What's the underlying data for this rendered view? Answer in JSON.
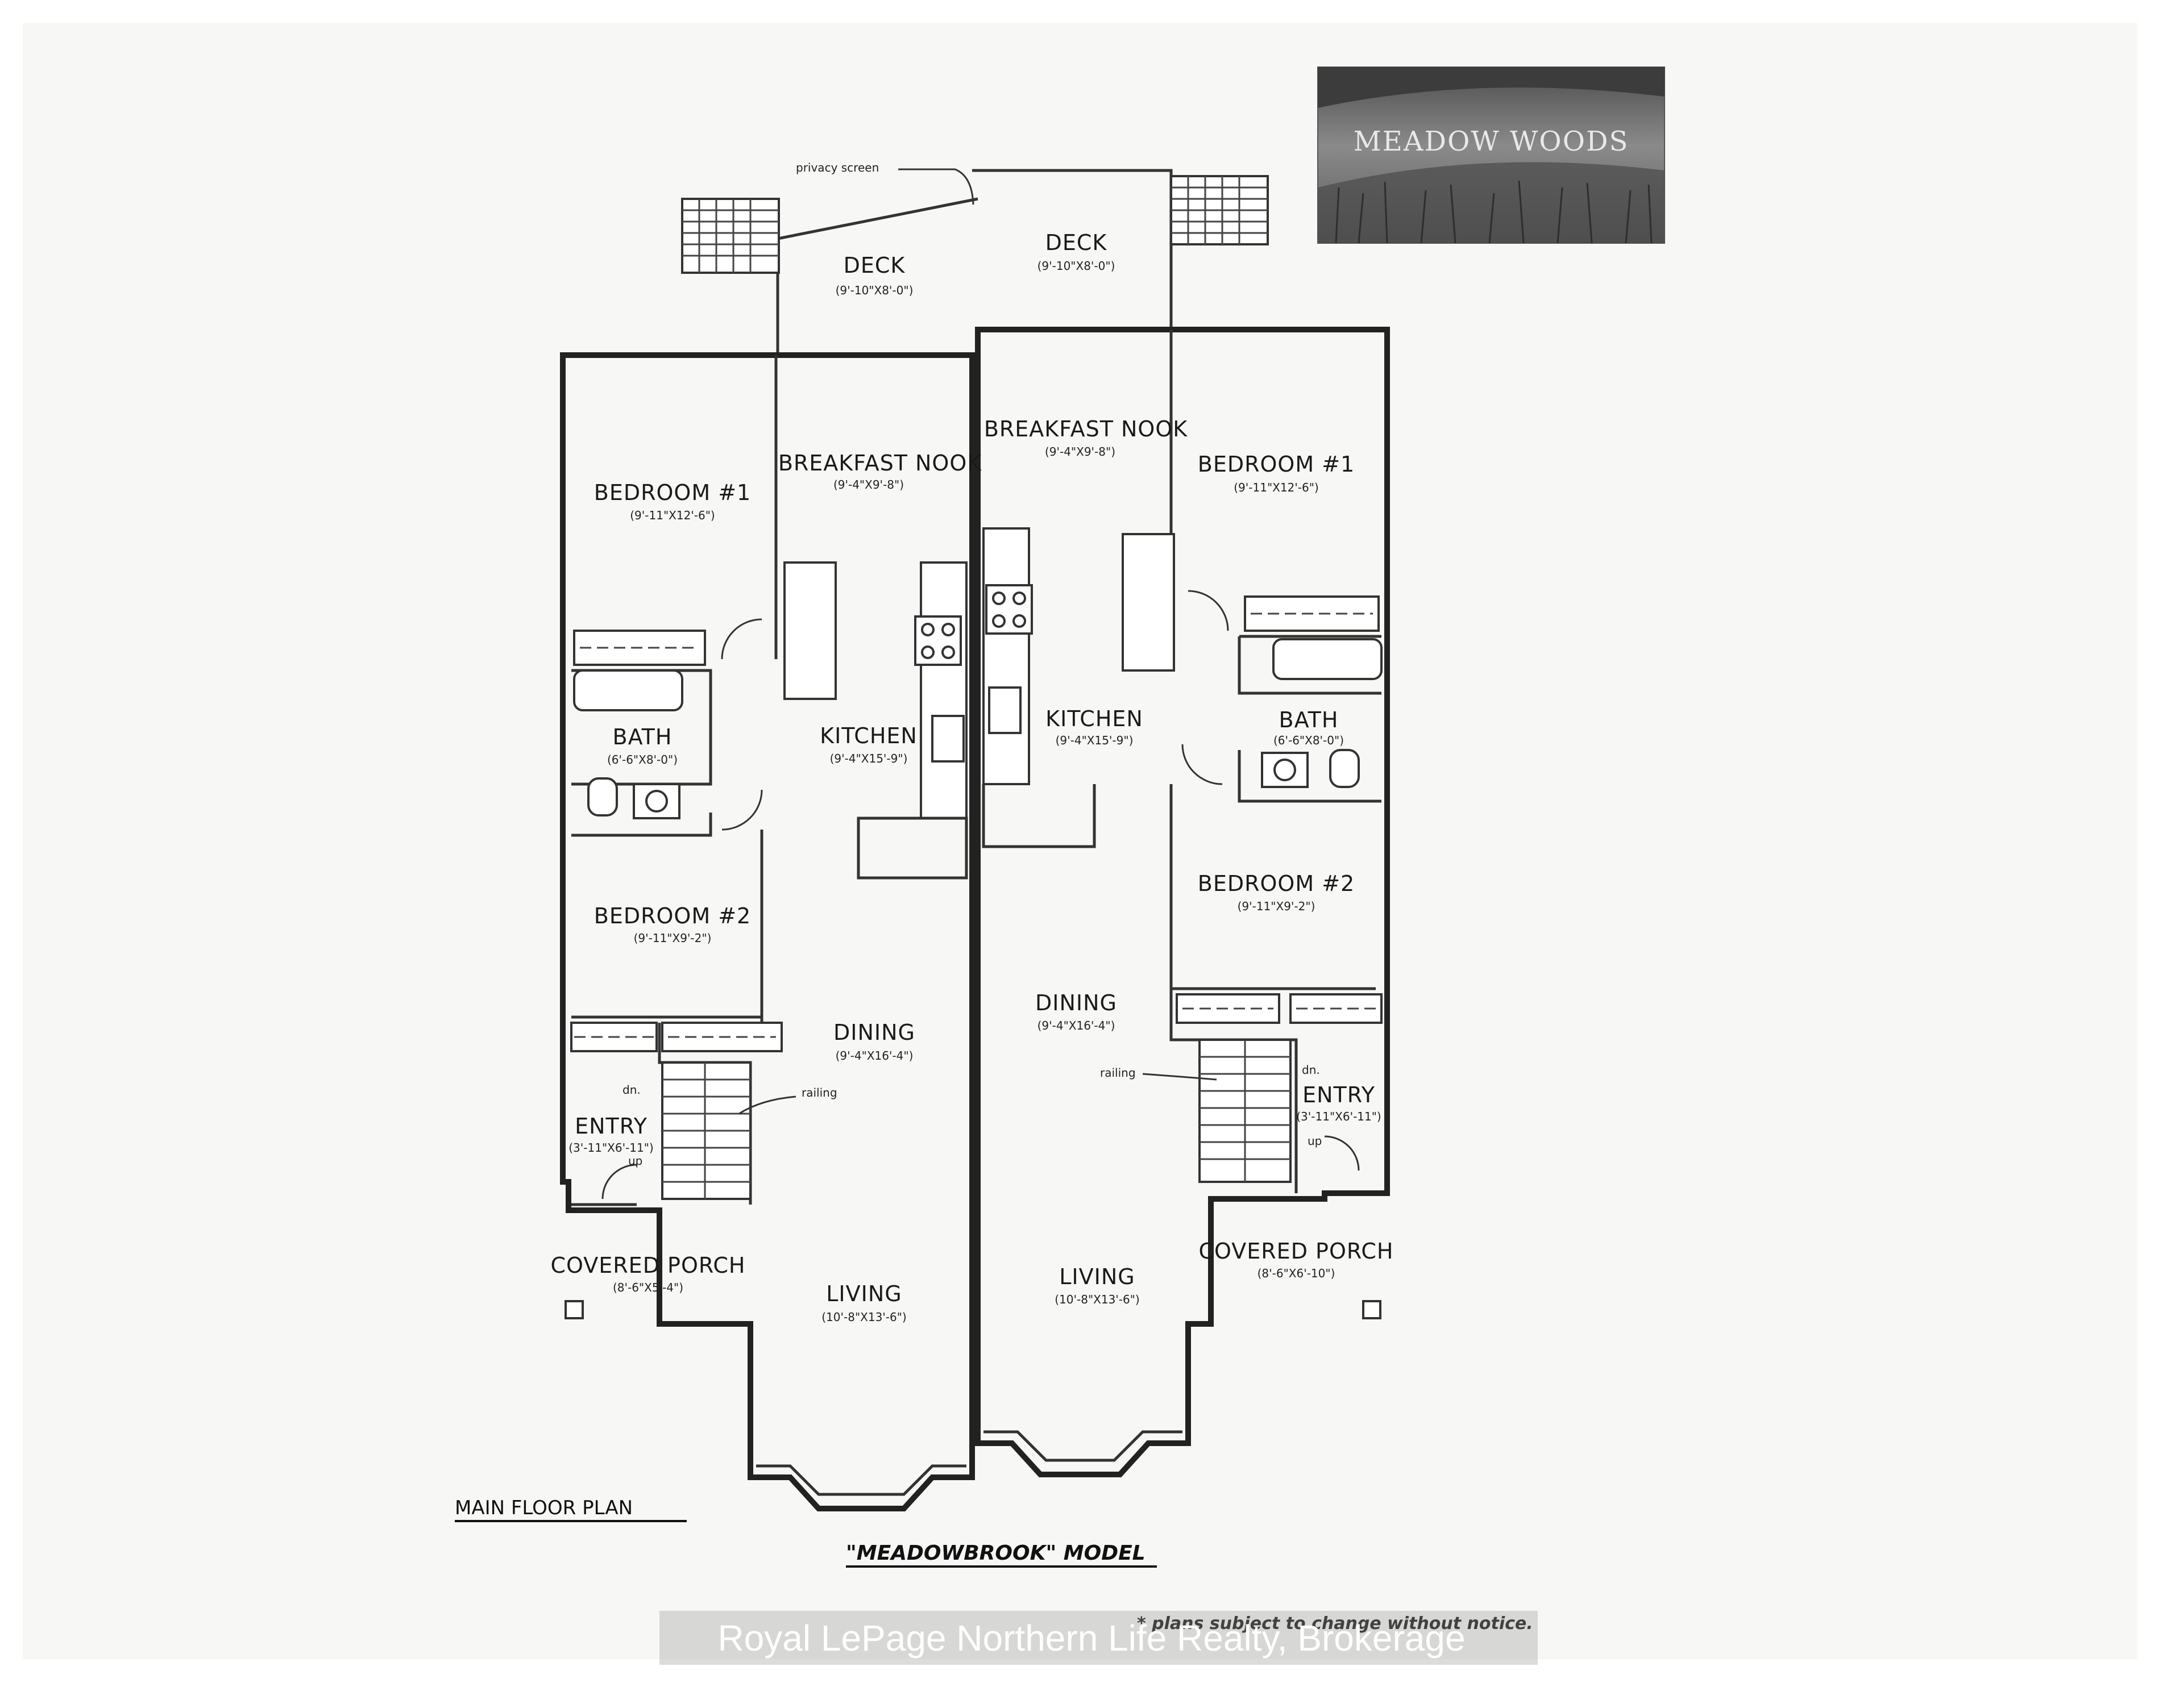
{
  "logo": {
    "text": "MEADOW WOODS"
  },
  "annotations": {
    "privacy_screen": "privacy screen",
    "railing_left": "railing",
    "railing_right": "railing",
    "dn_left": "dn.",
    "up_left": "up",
    "dn_right": "dn.",
    "up_right": "up"
  },
  "rooms": {
    "deck_left": {
      "name": "DECK",
      "dims": "(9'-10\"X8'-0\")"
    },
    "deck_right": {
      "name": "DECK",
      "dims": "(9'-10\"X8'-0\")"
    },
    "nook_left": {
      "name": "BREAKFAST NOOK",
      "dims": "(9'-4\"X9'-8\")"
    },
    "nook_right": {
      "name": "BREAKFAST NOOK",
      "dims": "(9'-4\"X9'-8\")"
    },
    "bed1_left": {
      "name": "BEDROOM #1",
      "dims": "(9'-11\"X12'-6\")"
    },
    "bed1_right": {
      "name": "BEDROOM #1",
      "dims": "(9'-11\"X12'-6\")"
    },
    "bath_left": {
      "name": "BATH",
      "dims": "(6'-6\"X8'-0\")"
    },
    "bath_right": {
      "name": "BATH",
      "dims": "(6'-6\"X8'-0\")"
    },
    "kitchen_left": {
      "name": "KITCHEN",
      "dims": "(9'-4\"X15'-9\")"
    },
    "kitchen_right": {
      "name": "KITCHEN",
      "dims": "(9'-4\"X15'-9\")"
    },
    "bed2_left": {
      "name": "BEDROOM #2",
      "dims": "(9'-11\"X9'-2\")"
    },
    "bed2_right": {
      "name": "BEDROOM #2",
      "dims": "(9'-11\"X9'-2\")"
    },
    "dining_left": {
      "name": "DINING",
      "dims": "(9'-4\"X16'-4\")"
    },
    "dining_right": {
      "name": "DINING",
      "dims": "(9'-4\"X16'-4\")"
    },
    "entry_left": {
      "name": "ENTRY",
      "dims": "(3'-11\"X6'-11\")"
    },
    "entry_right": {
      "name": "ENTRY",
      "dims": "(3'-11\"X6'-11\")"
    },
    "porch_left": {
      "name": "COVERED PORCH",
      "dims": "(8'-6\"X5'-4\")"
    },
    "porch_right": {
      "name": "COVERED PORCH",
      "dims": "(8'-6\"X6'-10\")"
    },
    "living_left": {
      "name": "LIVING",
      "dims": "(10'-8\"X13'-6\")"
    },
    "living_right": {
      "name": "LIVING",
      "dims": "(10'-8\"X13'-6\")"
    }
  },
  "captions": {
    "plan_title": "MAIN FLOOR PLAN",
    "model_name": "\"MEADOWBROOK\" MODEL",
    "disclaimer": "* plans subject to change without notice."
  },
  "watermark": "Royal LePage Northern Life Realty, Brokerage",
  "colors": {
    "ink": "#222222",
    "paper": "#f7f7f5",
    "logo_bg": "#6f6f6f"
  }
}
